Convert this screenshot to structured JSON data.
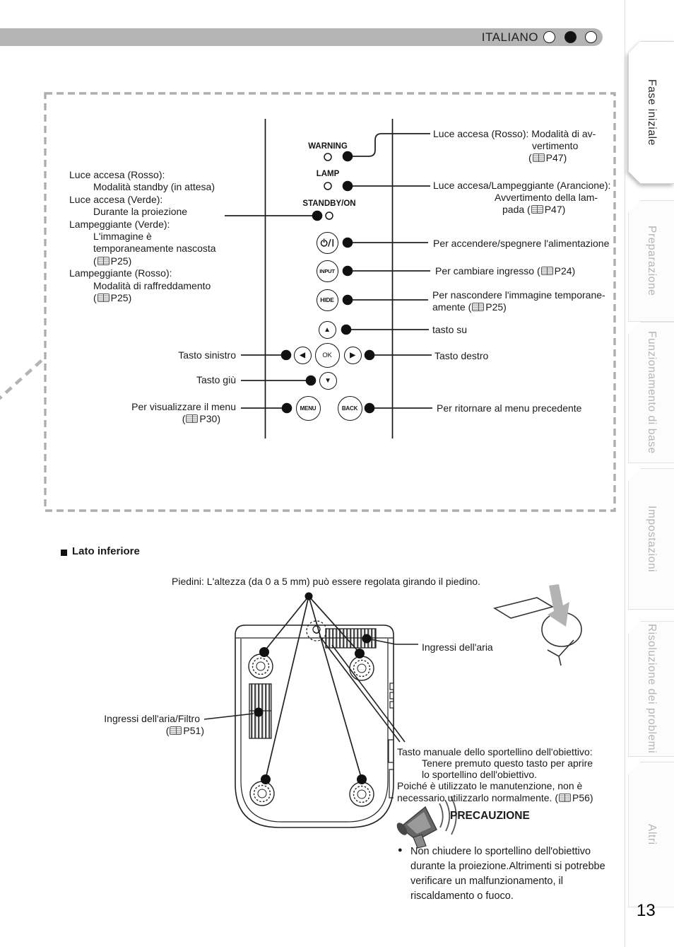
{
  "header": {
    "language": "ITALIANO"
  },
  "sidebar": {
    "tabs": [
      {
        "label": "Fase iniziale",
        "active": true
      },
      {
        "label": "Preparazione",
        "active": false
      },
      {
        "label": "Funzionamento di base",
        "active": false
      },
      {
        "label": "Impostazioni",
        "active": false
      },
      {
        "label": "Risoluzione dei problemi",
        "active": false
      },
      {
        "label": "Altri",
        "active": false
      }
    ],
    "page_number": "13"
  },
  "control_panel": {
    "indicators": {
      "warning": "WARNING",
      "lamp": "LAMP",
      "standby": "STANDBY/ON"
    },
    "buttons": {
      "power": "⏻/I",
      "input": "INPUT",
      "hide": "HIDE",
      "up": "▲",
      "left": "◀",
      "ok": "OK",
      "right": "▶",
      "down": "▼",
      "menu": "MENU",
      "back": "BACK"
    },
    "left_status_lines": [
      "Luce accesa (Rosso):",
      "Modalità standby (in attesa)",
      "Luce accesa (Verde):",
      "Durante la proiezione",
      "Lampeggiante (Verde):",
      "L'immagine è",
      "temporaneamente nascosta",
      "(📖P25)",
      "Lampeggiante (Rosso):",
      "Modalità di raffreddamento",
      "(📖P25)"
    ],
    "left_labels": {
      "left_btn": "Tasto sinistro",
      "down_btn": "Tasto giù",
      "menu_btn": "Per visualizzare il menu",
      "menu_ref": "(📖P30)"
    },
    "right_labels": {
      "warning_1": "Luce accesa (Rosso): Modalità di av-",
      "warning_2": "vertimento",
      "warning_3": "(📖P47)",
      "lamp_1": "Luce accesa/Lampeggiante (Arancione):",
      "lamp_2": "Avvertimento della lam-",
      "lamp_3": "pada (📖P47)",
      "power": "Per accendere/spegnere l'alimentazione",
      "input": "Per cambiare ingresso (📖P24)",
      "hide_1": "Per nascondere l'immagine temporane-",
      "hide_2": "amente (📖P25)",
      "up": "tasto su",
      "right_btn": "Tasto destro",
      "back": "Per ritornare al menu precedente"
    }
  },
  "bottom_section": {
    "heading": "Lato inferiore",
    "feet_note": "Piedini: L'altezza (da 0 a 5 mm) può essere regolata girando il piedino.",
    "air_inlet": "Ingressi dell'aria",
    "filter_1": "Ingressi dell'aria/Filtro",
    "filter_2": "(📖P51)",
    "lens_1": "Tasto manuale dello sportellino dell'obiettivo:",
    "lens_2": "Tenere premuto questo tasto per aprire",
    "lens_3": "lo sportellino dell'obiettivo.",
    "lens_4": "Poiché è utilizzato le manutenzione, non è",
    "lens_5": "necessario utilizzarlo normalmente. (📖P56)",
    "caution_title": "PRECAUZIONE",
    "caution_bullet": "●",
    "caution_lines": [
      "Non chiudere lo sportellino dell'obiettivo",
      "durante la proiezione.Altrimenti si potrebbe",
      "verificare un malfunzionamento, il",
      "riscaldamento o fuoco."
    ]
  },
  "colors": {
    "header_bar": "#b4b4b4",
    "dashed_border": "#aeaeae",
    "ink": "#1a1a1a",
    "inactive_tab_text": "#b5b5b5",
    "arrow_gray": "#b3b3b3"
  }
}
